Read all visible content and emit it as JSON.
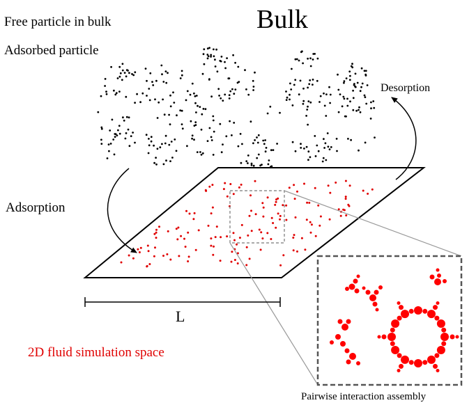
{
  "title": "Bulk",
  "legend": {
    "free": "Free particle in bulk",
    "adsorbed": "Adsorbed particle"
  },
  "labels": {
    "desorption": "Desorption",
    "adsorption": "Adsorption",
    "length": "L",
    "simulation_space": "2D fluid simulation space",
    "assembly": "Pairwise interaction assembly"
  },
  "colors": {
    "bulk_particle": "#000000",
    "adsorbed_particle": "#e00000",
    "assembly": "#ff0000",
    "zoom_frame": "#555555",
    "zoom_lines": "#999999"
  }
}
